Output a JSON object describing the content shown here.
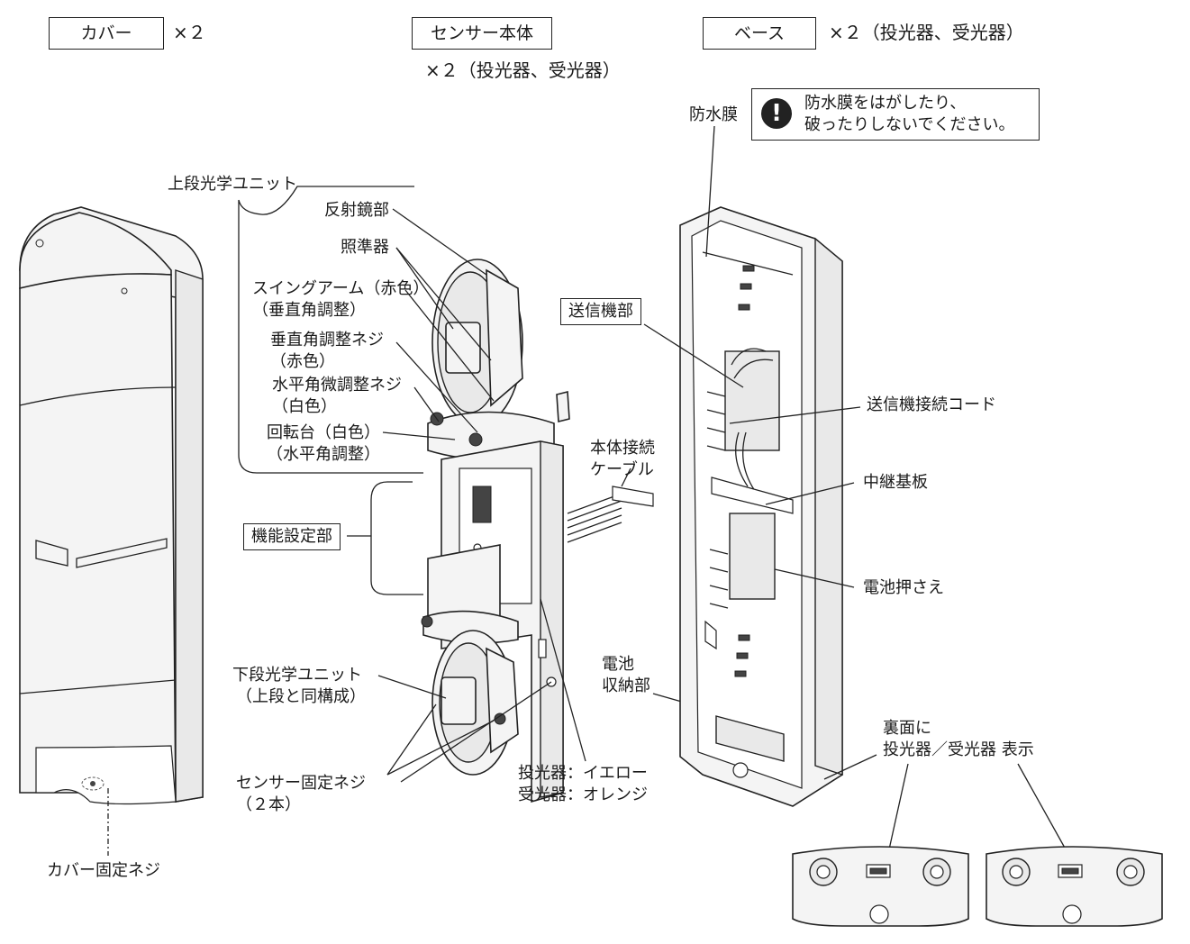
{
  "headers": {
    "cover": {
      "label": "カバー",
      "count": "×２"
    },
    "sensor": {
      "label": "センサー本体",
      "count": "×２（投光器、受光器）"
    },
    "base": {
      "label": "ベース",
      "count": "×２（投光器、受光器）"
    }
  },
  "warning": {
    "icon": "exclamation-icon",
    "line1": "防水膜をはがしたり、",
    "line2": "破ったりしないでください。"
  },
  "cover_labels": {
    "fix_screw": "カバー固定ネジ"
  },
  "sensor_labels": {
    "upper_unit": "上段光学ユニット",
    "reflector": "反射鏡部",
    "sight": "照準器",
    "swing_arm_1": "スイングアーム（赤色）",
    "swing_arm_2": "（垂直角調整）",
    "vert_screw_1": "垂直角調整ネジ",
    "vert_screw_2": "（赤色）",
    "horiz_screw_1": "水平角微調整ネジ",
    "horiz_screw_2": "（白色）",
    "turntable_1": "回転台（白色）",
    "turntable_2": "（水平角調整）",
    "function_setting": "機能設定部",
    "cable_1": "本体接続",
    "cable_2": "ケーブル",
    "lower_unit_1": "下段光学ユニット",
    "lower_unit_2": "（上段と同構成）",
    "fix_screw_1": "センサー固定ネジ",
    "fix_screw_2": "（２本）",
    "color_1": "投光器：イエロー",
    "color_2": "受光器：オレンジ",
    "battery_1": "電池",
    "battery_2": "収納部"
  },
  "base_labels": {
    "membrane": "防水膜",
    "transmitter": "送信機部",
    "transmitter_cord": "送信機接続コード",
    "relay_board": "中継基板",
    "battery_holder": "電池押さえ",
    "back_1": "裏面に",
    "back_2": "投光器／受光器 表示"
  }
}
